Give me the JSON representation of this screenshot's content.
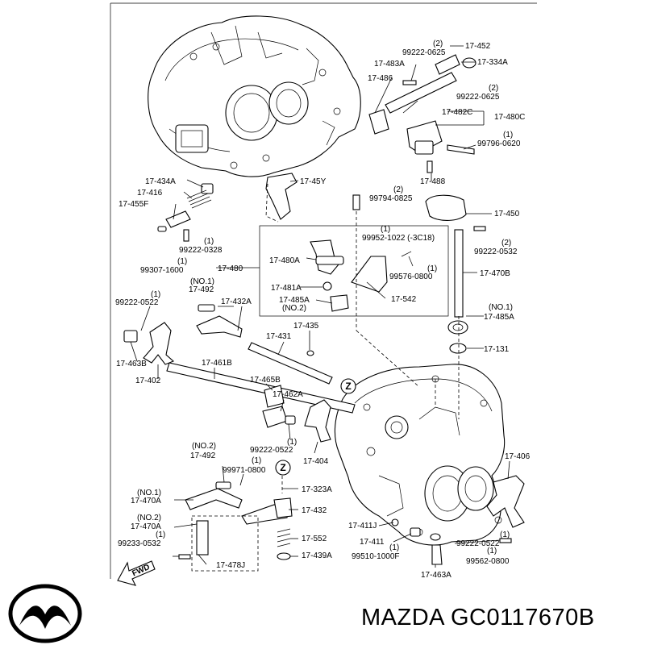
{
  "brand": {
    "logo": "mazda-logo-icon",
    "caption": "MAZDA GC0117670B"
  },
  "diagram": {
    "zone_marker": "Z",
    "fwd_label": "FWD",
    "labels": [
      {
        "id": "l1",
        "text": "(2)"
      },
      {
        "id": "l2",
        "text": "99222-0625"
      },
      {
        "id": "l3",
        "text": "17-452"
      },
      {
        "id": "l4",
        "text": "17-483A"
      },
      {
        "id": "l5",
        "text": "17-334A"
      },
      {
        "id": "l6",
        "text": "17-486"
      },
      {
        "id": "l7",
        "text": "(2)"
      },
      {
        "id": "l8",
        "text": "99222-0625"
      },
      {
        "id": "l9",
        "text": "17-482C"
      },
      {
        "id": "l10",
        "text": "17-480C"
      },
      {
        "id": "l11",
        "text": "(1)"
      },
      {
        "id": "l12",
        "text": "99796-0620"
      },
      {
        "id": "l13",
        "text": "17-488"
      },
      {
        "id": "l14",
        "text": "17-434A"
      },
      {
        "id": "l15",
        "text": "17-416"
      },
      {
        "id": "l16",
        "text": "17-45Y"
      },
      {
        "id": "l17",
        "text": "(2)"
      },
      {
        "id": "l18",
        "text": "99794-0825"
      },
      {
        "id": "l19",
        "text": "17-455F"
      },
      {
        "id": "l20",
        "text": "17-450"
      },
      {
        "id": "l21",
        "text": "(1)"
      },
      {
        "id": "l22",
        "text": "99222-0328"
      },
      {
        "id": "l23",
        "text": "(1)"
      },
      {
        "id": "l24",
        "text": "99952-1022 (-3C18)"
      },
      {
        "id": "l25",
        "text": "(2)"
      },
      {
        "id": "l26",
        "text": "99222-0532"
      },
      {
        "id": "l27",
        "text": "(1)"
      },
      {
        "id": "l28",
        "text": "99307-1600"
      },
      {
        "id": "l29",
        "text": "17-480A"
      },
      {
        "id": "l30",
        "text": "17-480"
      },
      {
        "id": "l31",
        "text": "(1)"
      },
      {
        "id": "l32",
        "text": "99576-0800"
      },
      {
        "id": "l33",
        "text": "17-470B"
      },
      {
        "id": "l34",
        "text": "(NO.1)"
      },
      {
        "id": "l35",
        "text": "17-492"
      },
      {
        "id": "l36",
        "text": "17-481A"
      },
      {
        "id": "l37",
        "text": "(1)"
      },
      {
        "id": "l38",
        "text": "99222-0522"
      },
      {
        "id": "l39",
        "text": "17-485A"
      },
      {
        "id": "l40",
        "text": "(NO.2)"
      },
      {
        "id": "l41",
        "text": "17-542"
      },
      {
        "id": "l42",
        "text": "17-432A"
      },
      {
        "id": "l43",
        "text": "(NO.1)"
      },
      {
        "id": "l44",
        "text": "17-485A"
      },
      {
        "id": "l45",
        "text": "17-431"
      },
      {
        "id": "l46",
        "text": "17-435"
      },
      {
        "id": "l47",
        "text": "17-131"
      },
      {
        "id": "l48",
        "text": "17-463B"
      },
      {
        "id": "l49",
        "text": "17-461B"
      },
      {
        "id": "l50",
        "text": "17-402"
      },
      {
        "id": "l51",
        "text": "17-465B"
      },
      {
        "id": "l52",
        "text": "17-462A"
      },
      {
        "id": "l53",
        "text": "(1)"
      },
      {
        "id": "l54",
        "text": "99222-0522"
      },
      {
        "id": "l55",
        "text": "17-404"
      },
      {
        "id": "l56",
        "text": "(NO.2)"
      },
      {
        "id": "l57",
        "text": "17-492"
      },
      {
        "id": "l58",
        "text": "(1)"
      },
      {
        "id": "l59",
        "text": "99971-0800"
      },
      {
        "id": "l60",
        "text": "17-406"
      },
      {
        "id": "l61",
        "text": "(NO.1)"
      },
      {
        "id": "l62",
        "text": "17-470A"
      },
      {
        "id": "l63",
        "text": "17-323A"
      },
      {
        "id": "l64",
        "text": "17-432"
      },
      {
        "id": "l65",
        "text": "(NO.2)"
      },
      {
        "id": "l66",
        "text": "17-470A"
      },
      {
        "id": "l67",
        "text": "17-411J"
      },
      {
        "id": "l68",
        "text": "(1)"
      },
      {
        "id": "l69",
        "text": "99233-0532"
      },
      {
        "id": "l70",
        "text": "17-552"
      },
      {
        "id": "l71",
        "text": "17-411"
      },
      {
        "id": "l72",
        "text": "(1)"
      },
      {
        "id": "l73",
        "text": "99222-0522"
      },
      {
        "id": "l74",
        "text": "17-439A"
      },
      {
        "id": "l75",
        "text": "(1)"
      },
      {
        "id": "l76",
        "text": "99510-1000F"
      },
      {
        "id": "l77",
        "text": "(1)"
      },
      {
        "id": "l78",
        "text": "99562-0800"
      },
      {
        "id": "l79",
        "text": "17-478J"
      },
      {
        "id": "l80",
        "text": "17-463A"
      }
    ]
  }
}
